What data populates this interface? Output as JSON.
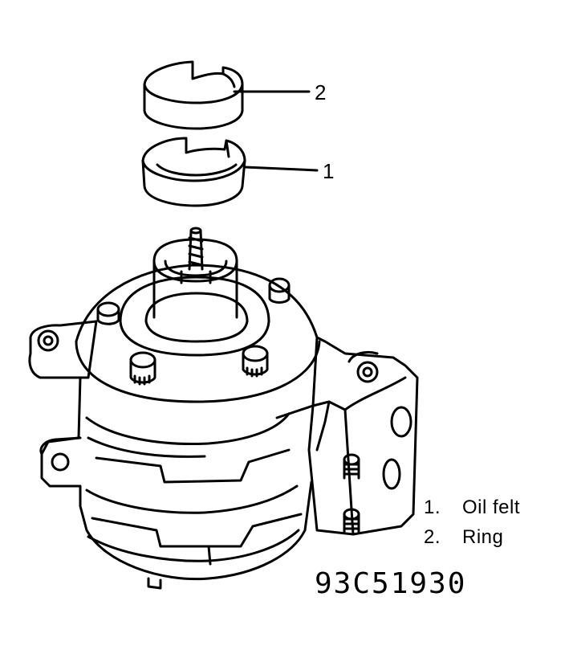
{
  "callouts": [
    {
      "number": "2",
      "part": "ring"
    },
    {
      "number": "1",
      "part": "oil-felt"
    }
  ],
  "legend": [
    {
      "num": "1.",
      "text": "Oil felt"
    },
    {
      "num": "2.",
      "text": "Ring"
    }
  ],
  "figure_code": "93C51930",
  "colors": {
    "ink": "#000000",
    "paper": "#ffffff"
  }
}
